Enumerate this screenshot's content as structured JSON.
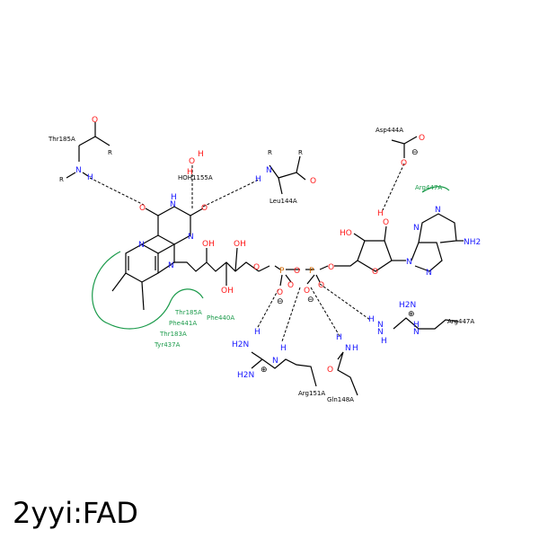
{
  "caption": "2yyi:FAD",
  "residues": {
    "thr185_top": "Thr185A",
    "hoh1155": "HOH1155A",
    "leu144": "Leu144A",
    "asp444": "Asp444A",
    "arg447_green": "Arg447A",
    "arg447": "Arg447A",
    "arg151": "Arg151A",
    "gln148": "Gln148A"
  },
  "hydrophobic": [
    "Thr185A",
    "Phe441A",
    "Thr183A",
    "Tyr437A",
    "Phe440A"
  ],
  "atoms": {
    "N": "N",
    "O": "O",
    "H": "H",
    "P": "P",
    "R": "R",
    "OH": "OH",
    "HO": "HO",
    "NH2": "NH2",
    "H2N": "H2N",
    "plus": "⊕",
    "minus": "⊖"
  },
  "colors": {
    "nitrogen": "#1a1aff",
    "oxygen": "#ff1a1a",
    "phosphorus": "#cc6600",
    "hydrophobic": "#1a9a4a"
  }
}
